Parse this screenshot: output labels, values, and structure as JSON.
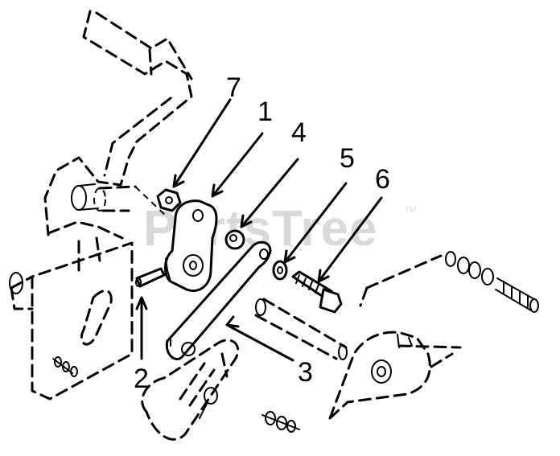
{
  "watermark": {
    "text": "PartsTree",
    "trademark": "TM"
  },
  "callouts": [
    {
      "label": "1"
    },
    {
      "label": "2"
    },
    {
      "label": "3"
    },
    {
      "label": "4"
    },
    {
      "label": "5"
    },
    {
      "label": "6"
    },
    {
      "label": "7"
    }
  ],
  "parts": [
    {
      "ref": "1",
      "name": "bracket-plate"
    },
    {
      "ref": "2",
      "name": "roll-pin"
    },
    {
      "ref": "3",
      "name": "link-arm"
    },
    {
      "ref": "4",
      "name": "spacer"
    },
    {
      "ref": "5",
      "name": "washer"
    },
    {
      "ref": "6",
      "name": "bolt"
    },
    {
      "ref": "7",
      "name": "nut"
    }
  ]
}
